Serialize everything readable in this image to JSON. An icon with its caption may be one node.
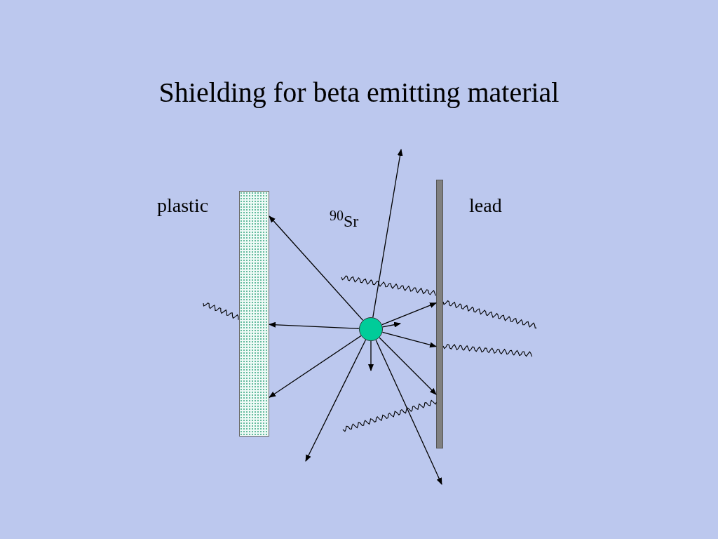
{
  "diagram": {
    "title": "Shielding for beta emitting material",
    "nodes": [
      {
        "text": [
          "plastic"
        ]
      },
      {
        "text": [
          "lead"
        ]
      },
      {
        "text": [],
        "shape": "circle"
      }
    ],
    "labels": [
      "$^{90}$Sr"
    ],
    "edges": [
      {
        "from": 2,
        "to": 0,
        "arrow": "to"
      },
      {
        "from": 2,
        "to": 0,
        "arrow": "to"
      },
      {
        "from": 2,
        "to": 0,
        "arrow": "to"
      },
      {
        "from": 2,
        "to": 1,
        "arrow": "to"
      },
      {
        "from": 2,
        "to": 1,
        "arrow": "to"
      },
      {
        "from": 2,
        "to": 1,
        "arrow": "to"
      },
      {
        "from": 2,
        "to": null,
        "arrow": "to"
      },
      {
        "from": 2,
        "to": null,
        "arrow": "to"
      },
      {
        "from": 2,
        "to": null,
        "arrow": "to"
      },
      {
        "from": 2,
        "to": null,
        "arrow": "to"
      },
      {
        "from": 2,
        "to": null,
        "arrow": "to"
      },
      {
        "from": null,
        "to": 1,
        "arrow": "none"
      },
      {
        "from": 1,
        "to": null,
        "arrow": "none"
      },
      {
        "from": 1,
        "to": null,
        "arrow": "none"
      },
      {
        "from": null,
        "to": 1,
        "arrow": "none"
      },
      {
        "from": null,
        "to": 0,
        "arrow": "none"
      }
    ]
  }
}
